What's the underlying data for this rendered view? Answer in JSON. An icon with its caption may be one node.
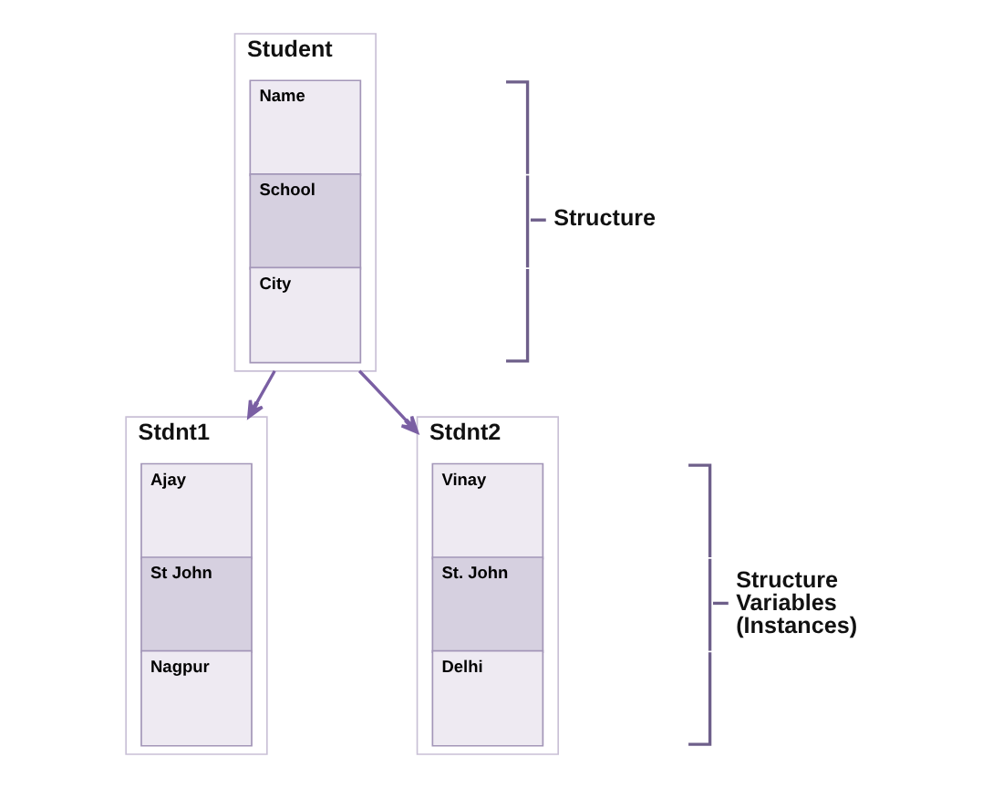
{
  "diagram": {
    "nodes": [
      {
        "text": [
          "Student"
        ]
      },
      {
        "text": [
          "Name"
        ],
        "in": 0
      },
      {
        "text": [
          "School"
        ],
        "in": 0
      },
      {
        "text": [
          "City"
        ],
        "in": 0
      },
      {
        "text": [
          "Stdnt1"
        ]
      },
      {
        "text": [
          "Ajay"
        ],
        "in": 4
      },
      {
        "text": [
          "St John"
        ],
        "in": 4
      },
      {
        "text": [
          "Nagpur"
        ],
        "in": 4
      },
      {
        "text": [
          "Stdnt2"
        ]
      },
      {
        "text": [
          "Vinay"
        ],
        "in": 8
      },
      {
        "text": [
          "St. John"
        ],
        "in": 8
      },
      {
        "text": [
          "Delhi"
        ],
        "in": 8
      }
    ],
    "edges": [
      {
        "from": 0,
        "to": 4,
        "arrow": "to"
      },
      {
        "from": 0,
        "to": 8,
        "arrow": "to"
      }
    ],
    "labels": [
      "Structure",
      "Structure Variables (Instances)"
    ]
  }
}
